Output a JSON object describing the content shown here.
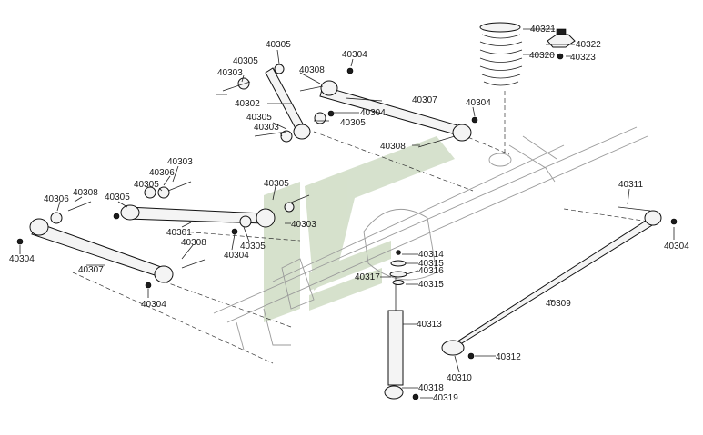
{
  "watermark": {
    "fill": "#cfdcc4",
    "icon": "diagonal-stripe-logo"
  },
  "labels": {
    "a40321": "40321",
    "a40322": "40322",
    "a40320": "40320",
    "a40323": "40323",
    "b40305": "40305",
    "b40304": "40304",
    "c40305": "40305",
    "c40303": "40303",
    "c40308": "40308",
    "c40302": "40302",
    "c40307": "40307",
    "c40304r": "40304",
    "d40305": "40305",
    "d40304": "40304",
    "d40303": "40303",
    "d40305b": "40305",
    "d40308": "40308",
    "e40303": "40303",
    "e40306": "40306",
    "e40305": "40305",
    "e40308": "40308",
    "e40306b": "40306",
    "e40305b": "40305",
    "e40305c": "40305",
    "e40303b": "40303",
    "e40301": "40301",
    "e40308b": "40308",
    "e40305d": "40305",
    "e40304": "40304",
    "e40304l": "40304",
    "e40307": "40307",
    "e40304b": "40304",
    "f40311": "40311",
    "f40304": "40304",
    "f40314": "40314",
    "f40315": "40315",
    "f40316": "40316",
    "f40317": "40317",
    "f40315b": "40315",
    "f40313": "40313",
    "f40309": "40309",
    "f40312": "40312",
    "f40310": "40310",
    "f40318": "40318",
    "f40319": "40319"
  }
}
